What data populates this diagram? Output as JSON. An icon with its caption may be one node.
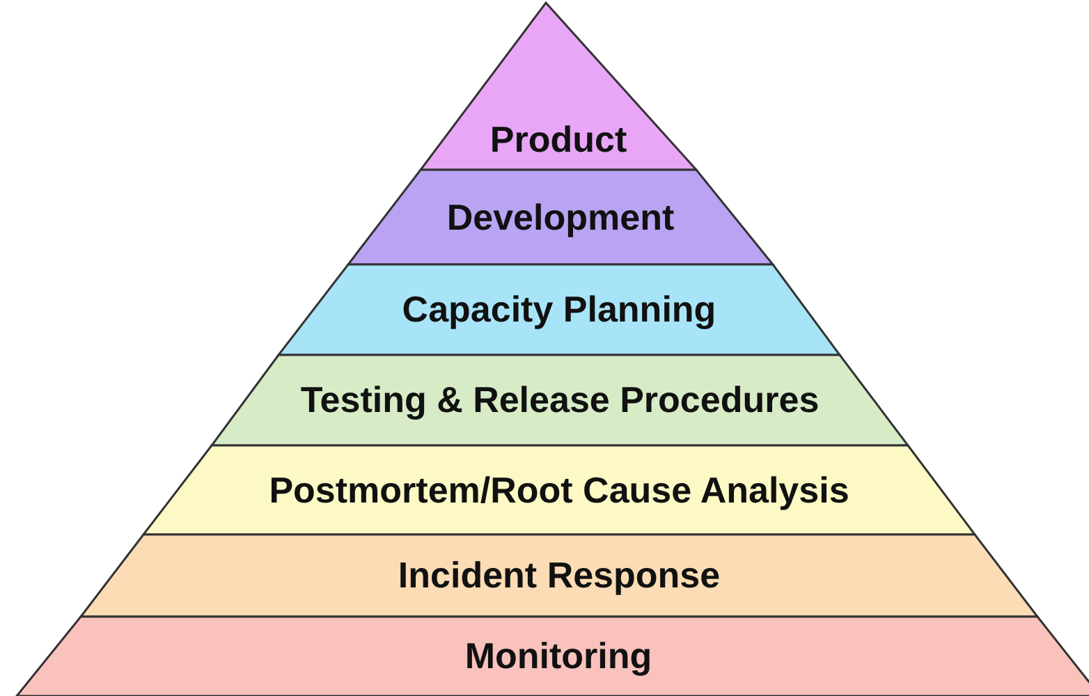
{
  "diagram": {
    "nodes": [
      {
        "text": [
          "Product"
        ]
      },
      {
        "text": [
          "Development"
        ]
      },
      {
        "text": [
          "Capacity Planning"
        ]
      },
      {
        "text": [
          "Testing & Release Procedures"
        ]
      },
      {
        "text": [
          "Postmortem/Root Cause Analysis"
        ]
      },
      {
        "text": [
          "Incident Response"
        ]
      },
      {
        "text": [
          "Monitoring"
        ]
      }
    ]
  }
}
